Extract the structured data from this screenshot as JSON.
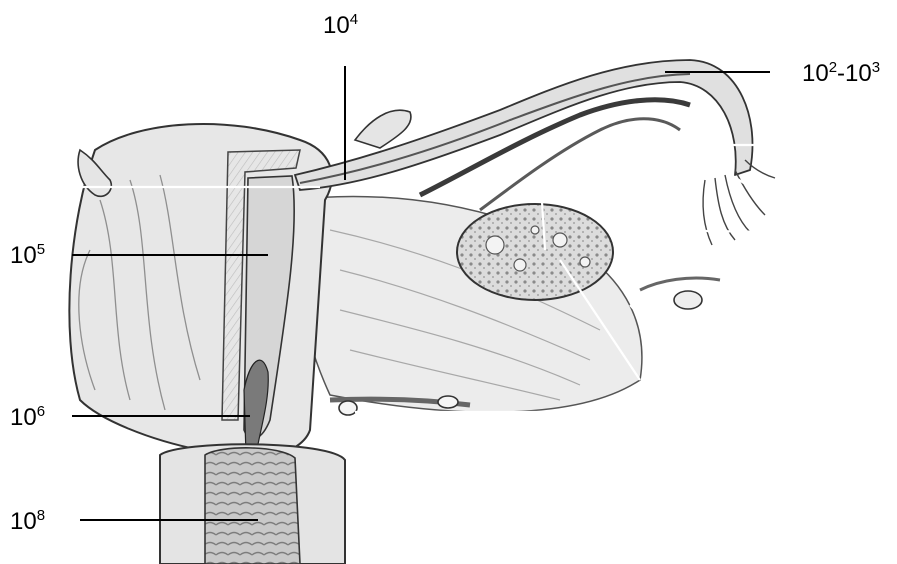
{
  "labels": [
    {
      "id": "uterine-tube",
      "base": "10",
      "exp": "4",
      "base2": "",
      "exp2": ""
    },
    {
      "id": "fimbriae",
      "base": "10",
      "exp": "2",
      "sep": "-",
      "base2": "10",
      "exp2": "3"
    },
    {
      "id": "uterine-cavity",
      "base": "10",
      "exp": "5",
      "base2": "",
      "exp2": ""
    },
    {
      "id": "cervix",
      "base": "10",
      "exp": "6",
      "base2": "",
      "exp2": ""
    },
    {
      "id": "vagina",
      "base": "10",
      "exp": "8",
      "base2": "",
      "exp2": ""
    }
  ],
  "colors": {
    "ink": "#1a1a1a",
    "tissue": "#e9e9e9",
    "tissue_dark": "#9c9c9c",
    "leader": "#000000",
    "mask": "#ffffff"
  }
}
